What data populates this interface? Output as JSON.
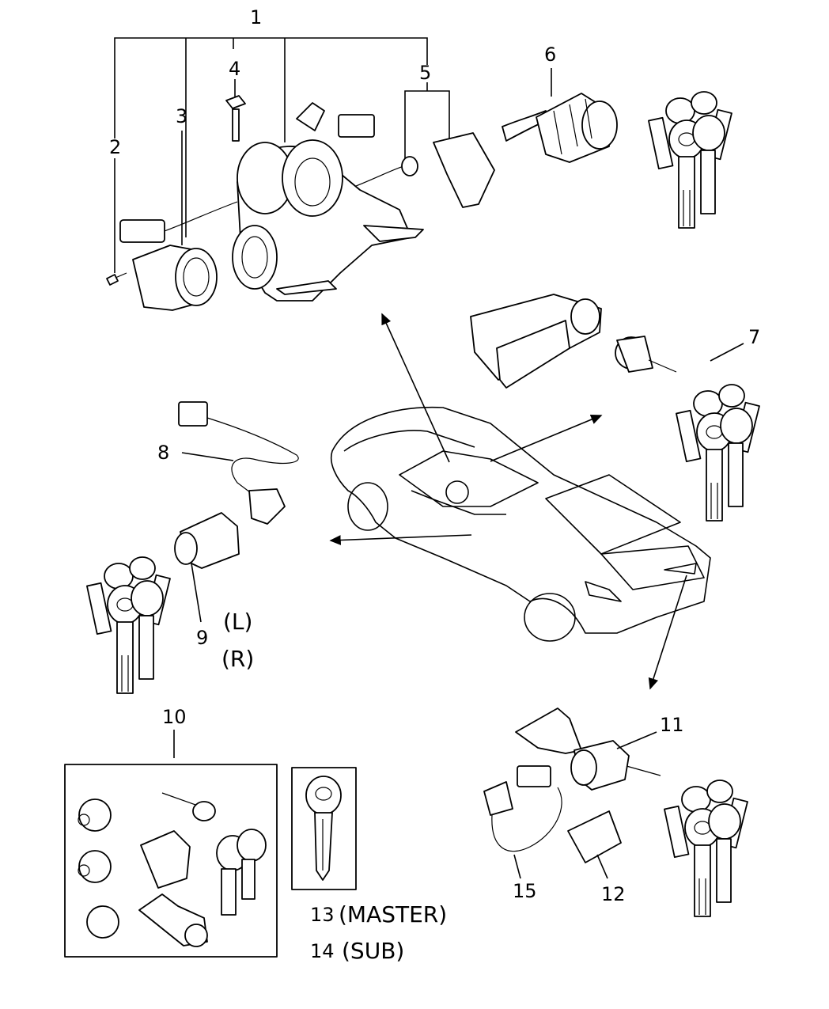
{
  "callouts": {
    "c1": "1",
    "c2": "2",
    "c3": "3",
    "c4": "4",
    "c5": "5",
    "c6": "6",
    "c7": "7",
    "c8": "8",
    "c9": "9",
    "c10": "10",
    "c11": "11",
    "c12": "12",
    "c13": "13",
    "c14": "14",
    "c15": "15"
  },
  "side_labels": {
    "left": "(L)",
    "right": "(R)"
  },
  "key_labels": {
    "master": "(MASTER)",
    "sub": "(SUB)"
  }
}
